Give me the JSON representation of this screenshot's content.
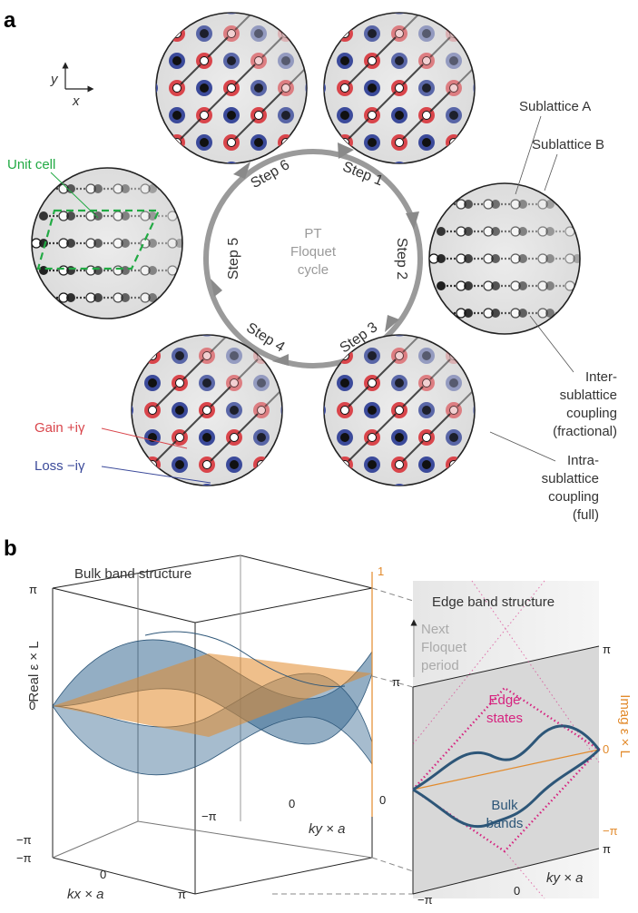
{
  "panel_labels": {
    "a": "a",
    "b": "b"
  },
  "colors": {
    "gain": "#d9454b",
    "loss": "#3b4a9a",
    "unit_cell": "#22aa44",
    "band": "#3a6b93",
    "edge": "#d6237f",
    "imag": "#e28a2b"
  },
  "axes_icon": {
    "y": "y",
    "x": "x"
  },
  "panel_a": {
    "sublattice_a": "Sublattice A",
    "sublattice_b": "Sublattice B",
    "unit_cell": "Unit cell",
    "inter_coupling": [
      "Inter-",
      "sublattice",
      "coupling",
      "(fractional)"
    ],
    "intra_coupling": [
      "Intra-",
      "sublattice",
      "coupling",
      "(full)"
    ],
    "gain": "Gain +iγ",
    "loss": "Loss −iγ",
    "center": [
      "PT",
      "Floquet",
      "cycle"
    ],
    "steps": [
      "Step 1",
      "Step 2",
      "Step 3",
      "Step 4",
      "Step 5",
      "Step 6"
    ]
  },
  "panel_b": {
    "bulk_title": "Bulk band structure",
    "edge_title": "Edge band structure",
    "next_period": [
      "Next",
      "Floquet",
      "period"
    ],
    "real_axis": "Real ε × L",
    "imag_axis": "Imag ε × L",
    "edge_states": [
      "Edge",
      "states"
    ],
    "bulk_bands": [
      "Bulk",
      "bands"
    ],
    "kx_label": "kx × a",
    "ky_label": "ky × a",
    "ticks": {
      "pi": "π",
      "zero": "0",
      "neg_pi": "−π",
      "one": "1"
    }
  }
}
